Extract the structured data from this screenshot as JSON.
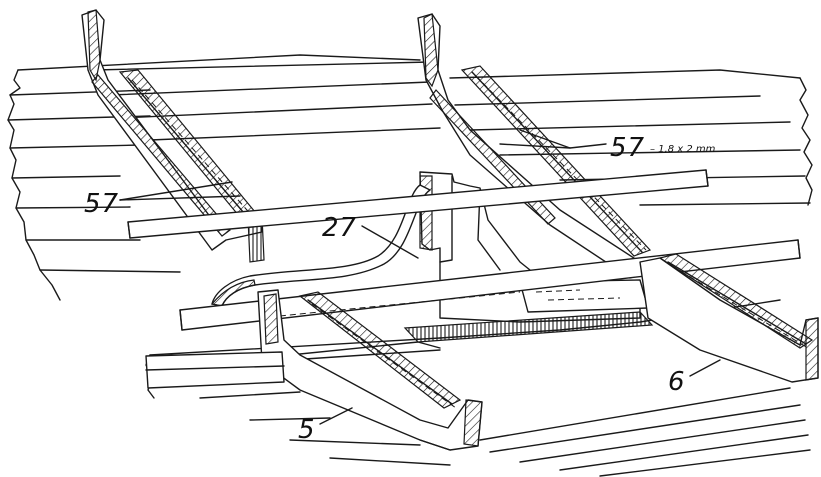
{
  "labels": {
    "frame_57_right": "57",
    "frame_57_dim": "– 1,8 x 2 mm",
    "frame_57_left": "57",
    "part_27": "27",
    "part_5": "5",
    "part_6": "6"
  },
  "colors": {
    "ink": "#1a1a1a",
    "paper": "#ffffff"
  }
}
